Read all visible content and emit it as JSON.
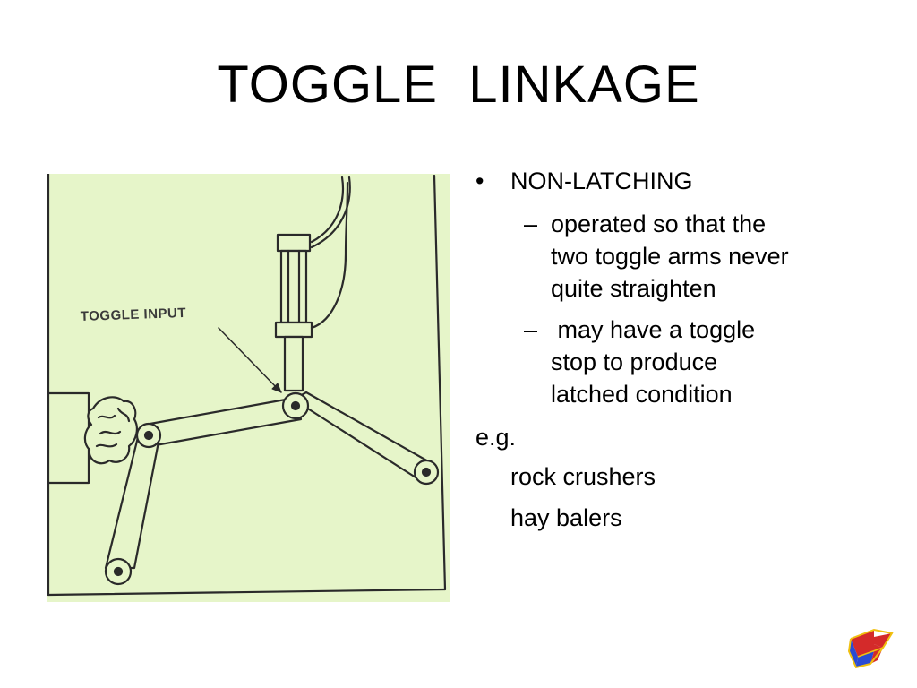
{
  "slide": {
    "title": "TOGGLE  LINKAGE"
  },
  "figure": {
    "label": "TOGGLE INPUT",
    "background": "#e6f5c9",
    "line_color": "#2a2a2a"
  },
  "bullets": {
    "main_bullet": "•",
    "main": "NON-LATCHING",
    "sub_dash_1": "–",
    "sub_1": [
      "operated so that the",
      "two toggle arms never",
      "quite straighten"
    ],
    "sub_dash_2": "–",
    "sub_2": [
      " may have a toggle",
      "stop to produce",
      "latched condition"
    ],
    "eg": "e.g.",
    "examples": [
      "rock crushers",
      "hay balers"
    ]
  },
  "logo": {
    "icon": "arrow-logo-icon",
    "colors": [
      "#d42a2a",
      "#2a4bd4",
      "#f0c010"
    ]
  }
}
